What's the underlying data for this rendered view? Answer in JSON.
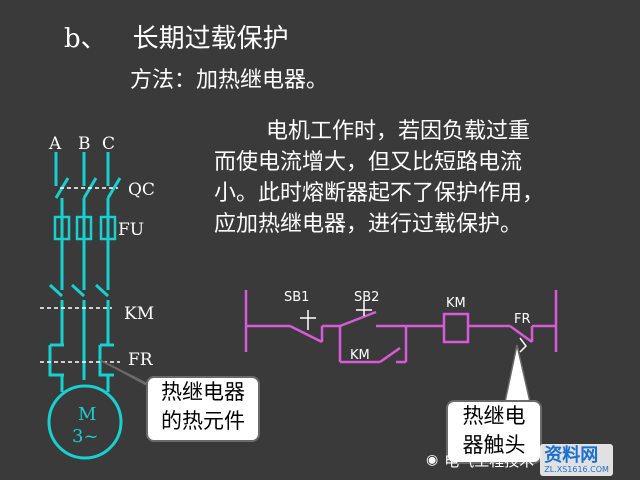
{
  "slide": {
    "item_number": "b、",
    "title": "长期过载保护",
    "method": "方法：加热继电器。",
    "description_lines": [
      "电机工作时，若因负载过重",
      "而使电流增大，但又比短路电流",
      "小。此时熔断器起不了保护作用，",
      "应加热继电器，进行过载保护。"
    ]
  },
  "main_circuit": {
    "phases": [
      "A",
      "B",
      "C"
    ],
    "labels": {
      "qc": "QC",
      "fu": "FU",
      "km": "KM",
      "fr": "FR"
    },
    "motor": {
      "letter": "M",
      "phase_count": "3~"
    },
    "line_color": "#17d0d0"
  },
  "control_circuit": {
    "labels": {
      "sb1": "SB1",
      "sb2": "SB2",
      "km_coil": "KM",
      "km_contact": "KM",
      "fr": "FR"
    },
    "line_color": "#d85ad8"
  },
  "callouts": {
    "heating_element": [
      "热继电器",
      "的热元件"
    ],
    "contact": [
      "热继电",
      "器触头"
    ]
  },
  "watermark": {
    "account": "电气工程技术",
    "logo": "资料网",
    "url": "ZL.XS1616.COM"
  }
}
